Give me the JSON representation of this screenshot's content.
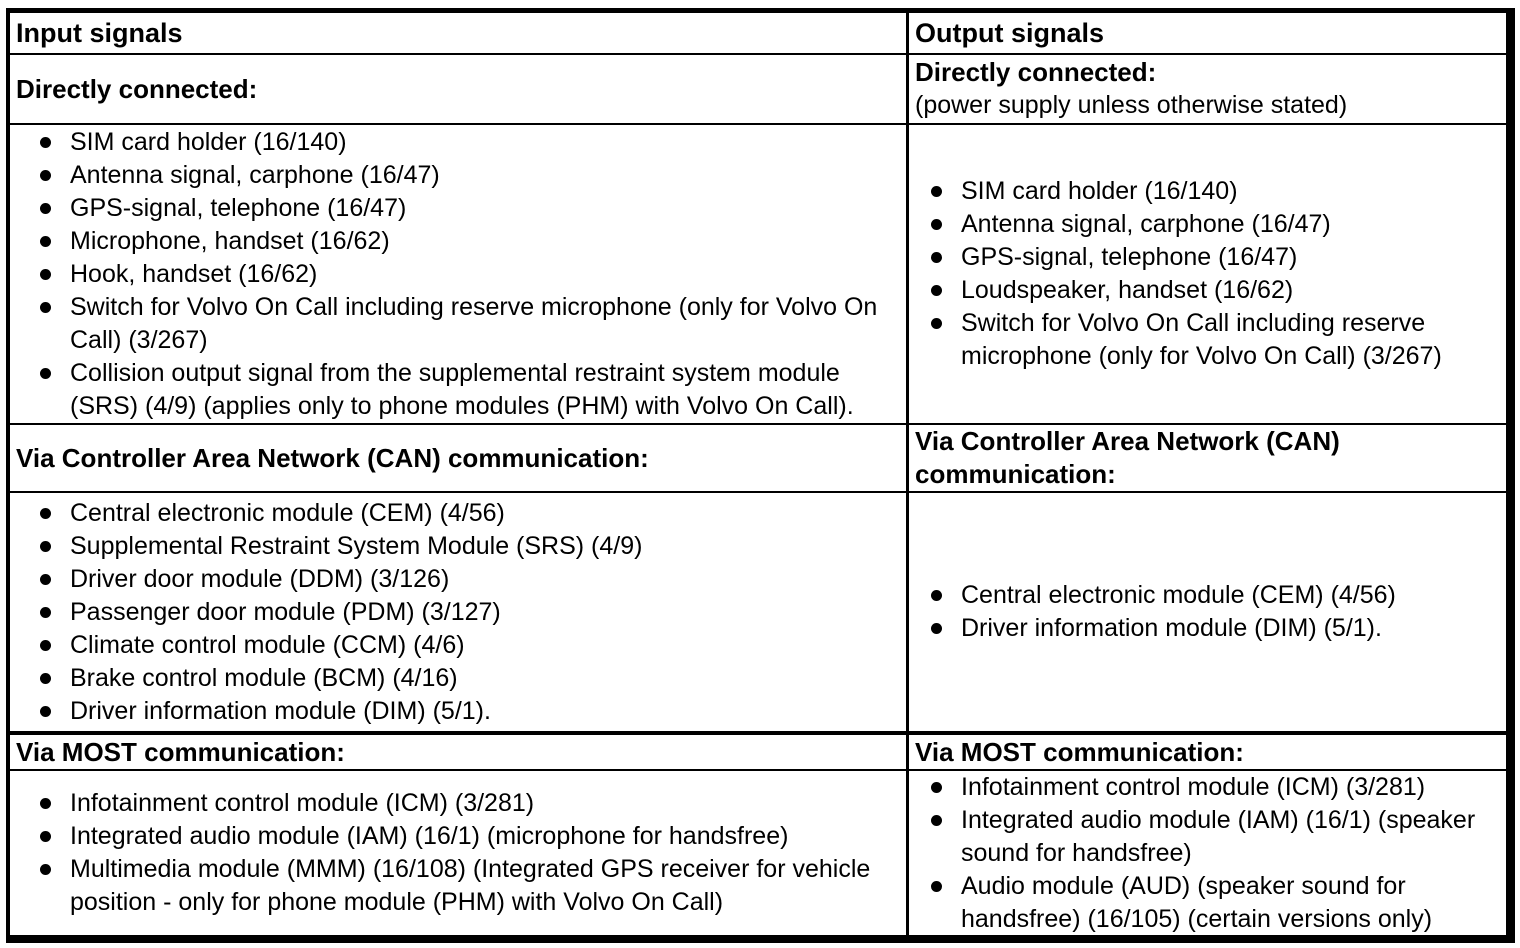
{
  "table": {
    "header": {
      "left": "Input signals",
      "right": "Output signals"
    },
    "direct": {
      "left_title": "Directly connected:",
      "right_title": "Directly connected:",
      "right_subtitle": "(power supply unless otherwise stated)",
      "left_items": [
        "SIM card holder (16/140)",
        "Antenna signal, carphone (16/47)",
        "GPS-signal, telephone (16/47)",
        "Microphone, handset (16/62)",
        "Hook, handset (16/62)",
        "Switch for Volvo On Call including reserve microphone (only for Volvo On Call) (3/267)",
        "Collision output signal from the supplemental restraint system module (SRS) (4/9) (applies only to phone modules (PHM) with Volvo On Call)."
      ],
      "right_items": [
        "SIM card holder (16/140)",
        "Antenna signal, carphone (16/47)",
        "GPS-signal, telephone (16/47)",
        "Loudspeaker, handset (16/62)",
        "Switch for Volvo On Call including reserve microphone (only for Volvo On Call) (3/267)"
      ]
    },
    "can": {
      "left_title": "Via Controller Area Network (CAN) communication:",
      "right_title": "Via Controller Area Network (CAN) communication:",
      "left_items": [
        "Central electronic module (CEM) (4/56)",
        "Supplemental Restraint System Module (SRS) (4/9)",
        "Driver door module (DDM) (3/126)",
        "Passenger door module (PDM) (3/127)",
        "Climate control module (CCM) (4/6)",
        "Brake control module (BCM) (4/16)",
        "Driver information module (DIM) (5/1)."
      ],
      "right_items": [
        "Central electronic module (CEM) (4/56)",
        "Driver information module (DIM) (5/1)."
      ]
    },
    "most": {
      "left_title": "Via MOST communication:",
      "right_title": "Via MOST communication:",
      "left_items": [
        "Infotainment control module (ICM) (3/281)",
        "Integrated audio module (IAM) (16/1) (microphone for handsfree)",
        "Multimedia module (MMM) (16/108) (Integrated GPS receiver for vehicle position - only for phone module (PHM) with Volvo On Call)"
      ],
      "right_items": [
        "Infotainment control module (ICM) (3/281)",
        "Integrated audio module (IAM) (16/1) (speaker sound for handsfree)",
        "Audio module (AUD) (speaker sound for handsfree) (16/105) (certain versions only)"
      ]
    }
  },
  "colors": {
    "text": "#000000",
    "background": "#ffffff",
    "border": "#000000"
  }
}
